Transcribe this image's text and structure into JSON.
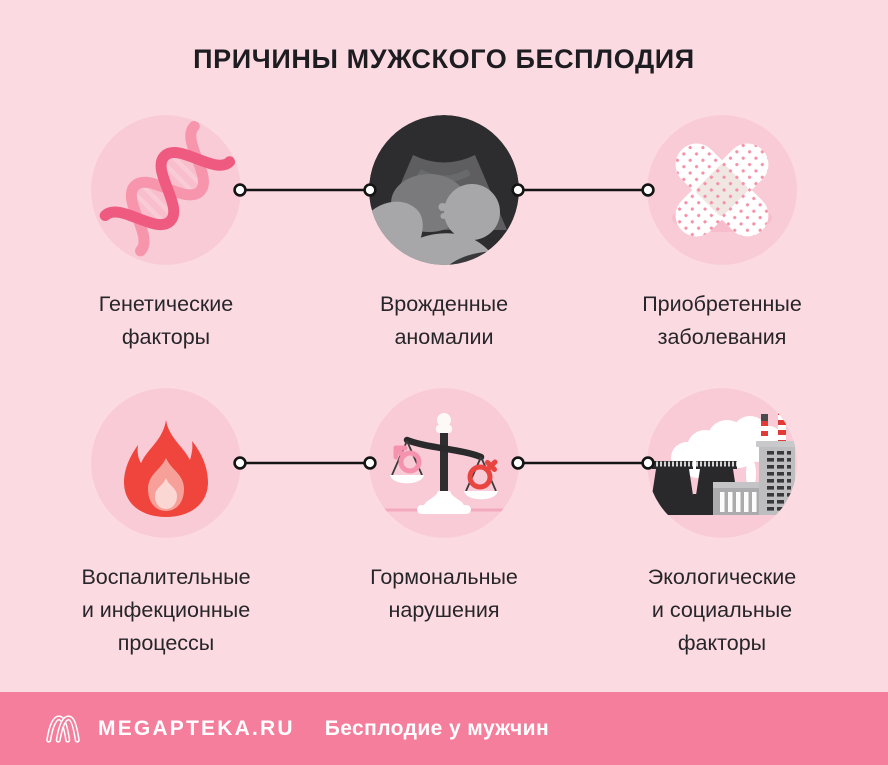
{
  "title": "ПРИЧИНЫ МУЖСКОГО БЕСПЛОДИЯ",
  "causes": [
    {
      "id": "genetic",
      "icon": "dna-icon",
      "lines": [
        "Генетические",
        "факторы"
      ]
    },
    {
      "id": "congenital",
      "icon": "fetus-ultrasound-icon",
      "lines": [
        "Врожденные",
        "аномалии"
      ]
    },
    {
      "id": "acquired",
      "icon": "crossed-bandaids-icon",
      "lines": [
        "Приобретенные",
        "заболевания"
      ]
    },
    {
      "id": "inflammatory",
      "icon": "flame-icon",
      "lines": [
        "Воспалительные",
        "и инфекционные",
        "процессы"
      ]
    },
    {
      "id": "hormonal",
      "icon": "gender-scales-icon",
      "lines": [
        "Гормональные",
        "нарушения"
      ]
    },
    {
      "id": "ecological",
      "icon": "factory-icon",
      "lines": [
        "Экологические",
        "и социальные",
        "факторы"
      ]
    }
  ],
  "footer": {
    "logo_icon": "megapteka-logo-icon",
    "brand": "MEGAPTEKA.RU",
    "topic": "Бесплодие у мужчин"
  },
  "colors": {
    "background": "#FCDAE1",
    "icon_circle": "#F9CBD6",
    "title_text": "#1D1D21",
    "label_text": "#26262A",
    "connector": "#141414",
    "footer_background": "#F67E9D",
    "footer_text": "#FFFFFF",
    "pink_strand": "#EE5A80",
    "light_strand": "#F795AC",
    "flame_red": "#EF453C",
    "male_symbol_pink": "#F592AE",
    "female_symbol_red": "#E84440"
  }
}
